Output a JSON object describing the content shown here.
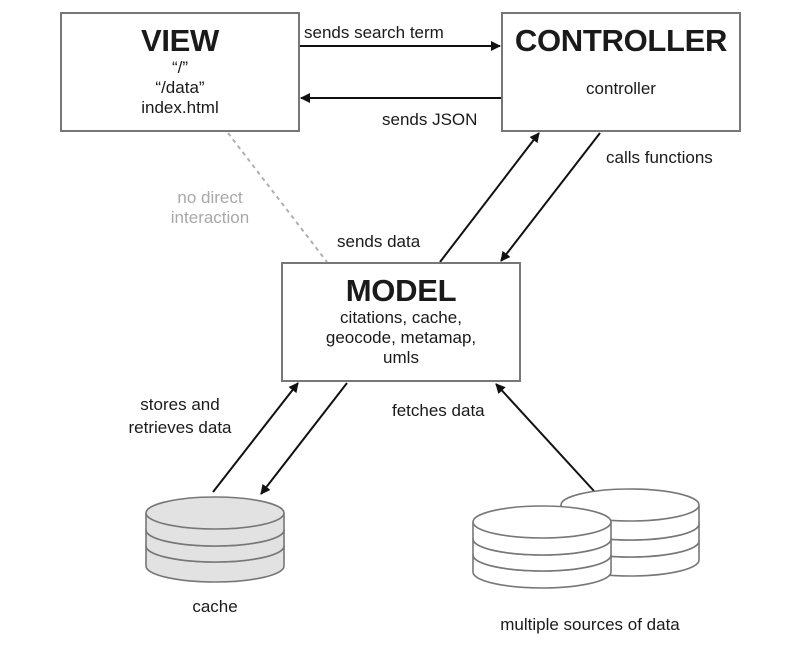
{
  "view": {
    "title": "VIEW",
    "lines": [
      "“/”",
      "“/data”",
      "index.html"
    ]
  },
  "controller": {
    "title": "CONTROLLER",
    "lines": [
      "controller"
    ]
  },
  "model": {
    "title": "MODEL",
    "lines": [
      "citations, cache,",
      "geocode, metamap,",
      "umls"
    ]
  },
  "edges": {
    "view_to_controller": "sends search term",
    "controller_to_view": "sends JSON",
    "controller_to_model": "calls functions",
    "model_to_controller": "sends data",
    "view_model_dashed": [
      "no direct",
      "interaction"
    ],
    "model_cache": [
      "stores and",
      "retrieves data"
    ],
    "sources_to_model": "fetches data"
  },
  "stores": {
    "cache": "cache",
    "sources": "multiple sources of data"
  },
  "colors": {
    "box_border": "#777777",
    "arrow": "#111111",
    "dashed_line": "#b0b0b0",
    "muted_text": "#a8a8a8",
    "cache_fill": "#e2e2e2",
    "sources_fill": "#ffffff",
    "cylinder_stroke": "#777777"
  }
}
